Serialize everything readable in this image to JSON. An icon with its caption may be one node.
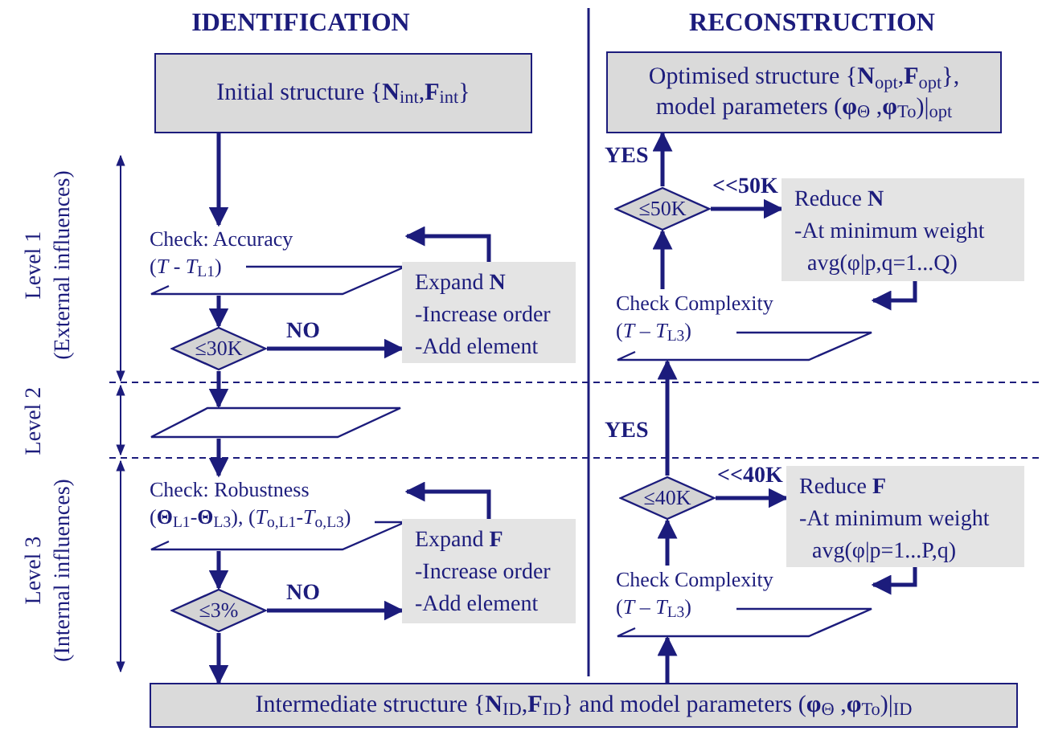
{
  "diagram": {
    "nodes": [
      {
        "text": [
          "Initial structure {**N**$_{int}$,**F**$_{int}$}"
        ]
      },
      {
        "text": [
          "Check: Accuracy",
          "(*T* - *T*$_{L1}$)"
        ]
      },
      {
        "text": [
          "Expand **N**",
          "-Increase order",
          "-Add element"
        ]
      },
      {
        "text": [
          "≤30K"
        ]
      },
      {
        "text": [],
        "shape": "parallelogram"
      },
      {
        "text": [
          "Check: Robustness",
          "(**Θ**$_{L1}$-**Θ**$_{L3}$), (*T*$_{o,L1}$-*T*$_{o,L3}$)"
        ]
      },
      {
        "text": [
          "Expand **F**",
          "-Increase order",
          "-Add element"
        ]
      },
      {
        "text": [
          "≤3%"
        ]
      },
      {
        "text": [
          "Intermediate structure {**N**$_{ID}$,**F**$_{ID}$} and model parameters (**φ**$_{Θ}$ ,**φ**$_{To}$)|$_{ID}$"
        ]
      },
      {
        "text": [
          "Optimised structure {**N**$_{opt}$,**F**$_{opt}$}, model parameters (**φ**$_{Θ}$ ,**φ**$_{To}$)|$_{opt}$"
        ]
      },
      {
        "text": [
          "≤50K"
        ]
      },
      {
        "text": [
          "Reduce **N**",
          "-At minimum weight",
          "avg(φ|p,q=1...Q)"
        ]
      },
      {
        "text": [
          "Check Complexity",
          "(*T* – *T*$_{L3}$)"
        ]
      },
      {
        "text": [
          "≤40K"
        ]
      },
      {
        "text": [
          "Reduce **F**",
          "-At minimum weight",
          "avg(φ|p=1...P,q)"
        ]
      },
      {
        "text": [
          "Check Complexity",
          "(*T* – *T*$_{L3}$)"
        ]
      }
    ],
    "edges": [
      {
        "from": 0,
        "to": 1,
        "arrow": "to"
      },
      {
        "from": 1,
        "to": 3,
        "arrow": "to"
      },
      {
        "from": 3,
        "to": 2,
        "arrow": "to",
        "label": "NO"
      },
      {
        "from": 2,
        "to": 1,
        "arrow": "to"
      },
      {
        "from": 3,
        "to": 4,
        "arrow": "to"
      },
      {
        "from": 4,
        "to": 5,
        "arrow": "to"
      },
      {
        "from": 5,
        "to": 7,
        "arrow": "to"
      },
      {
        "from": 7,
        "to": 6,
        "arrow": "to",
        "label": "NO"
      },
      {
        "from": 6,
        "to": 5,
        "arrow": "to"
      },
      {
        "from": 7,
        "to": 8,
        "arrow": "to"
      },
      {
        "from": 8,
        "to": 15,
        "arrow": "to"
      },
      {
        "from": 15,
        "to": 13,
        "arrow": "to"
      },
      {
        "from": 13,
        "to": 14,
        "arrow": "to",
        "label": "<<40K"
      },
      {
        "from": 14,
        "to": 15,
        "arrow": "to"
      },
      {
        "from": 13,
        "to": 12,
        "arrow": "to",
        "label": "YES"
      },
      {
        "from": 12,
        "to": 10,
        "arrow": "to"
      },
      {
        "from": 10,
        "to": 11,
        "arrow": "to",
        "label": "<<50K"
      },
      {
        "from": 11,
        "to": 12,
        "arrow": "to"
      },
      {
        "from": 10,
        "to": 9,
        "arrow": "to",
        "label": "YES"
      }
    ],
    "labels": [
      "IDENTIFICATION",
      "RECONSTRUCTION",
      "Level 1",
      "(External influences)",
      "Level 2",
      "Level 3",
      "(Internal influences)"
    ]
  }
}
